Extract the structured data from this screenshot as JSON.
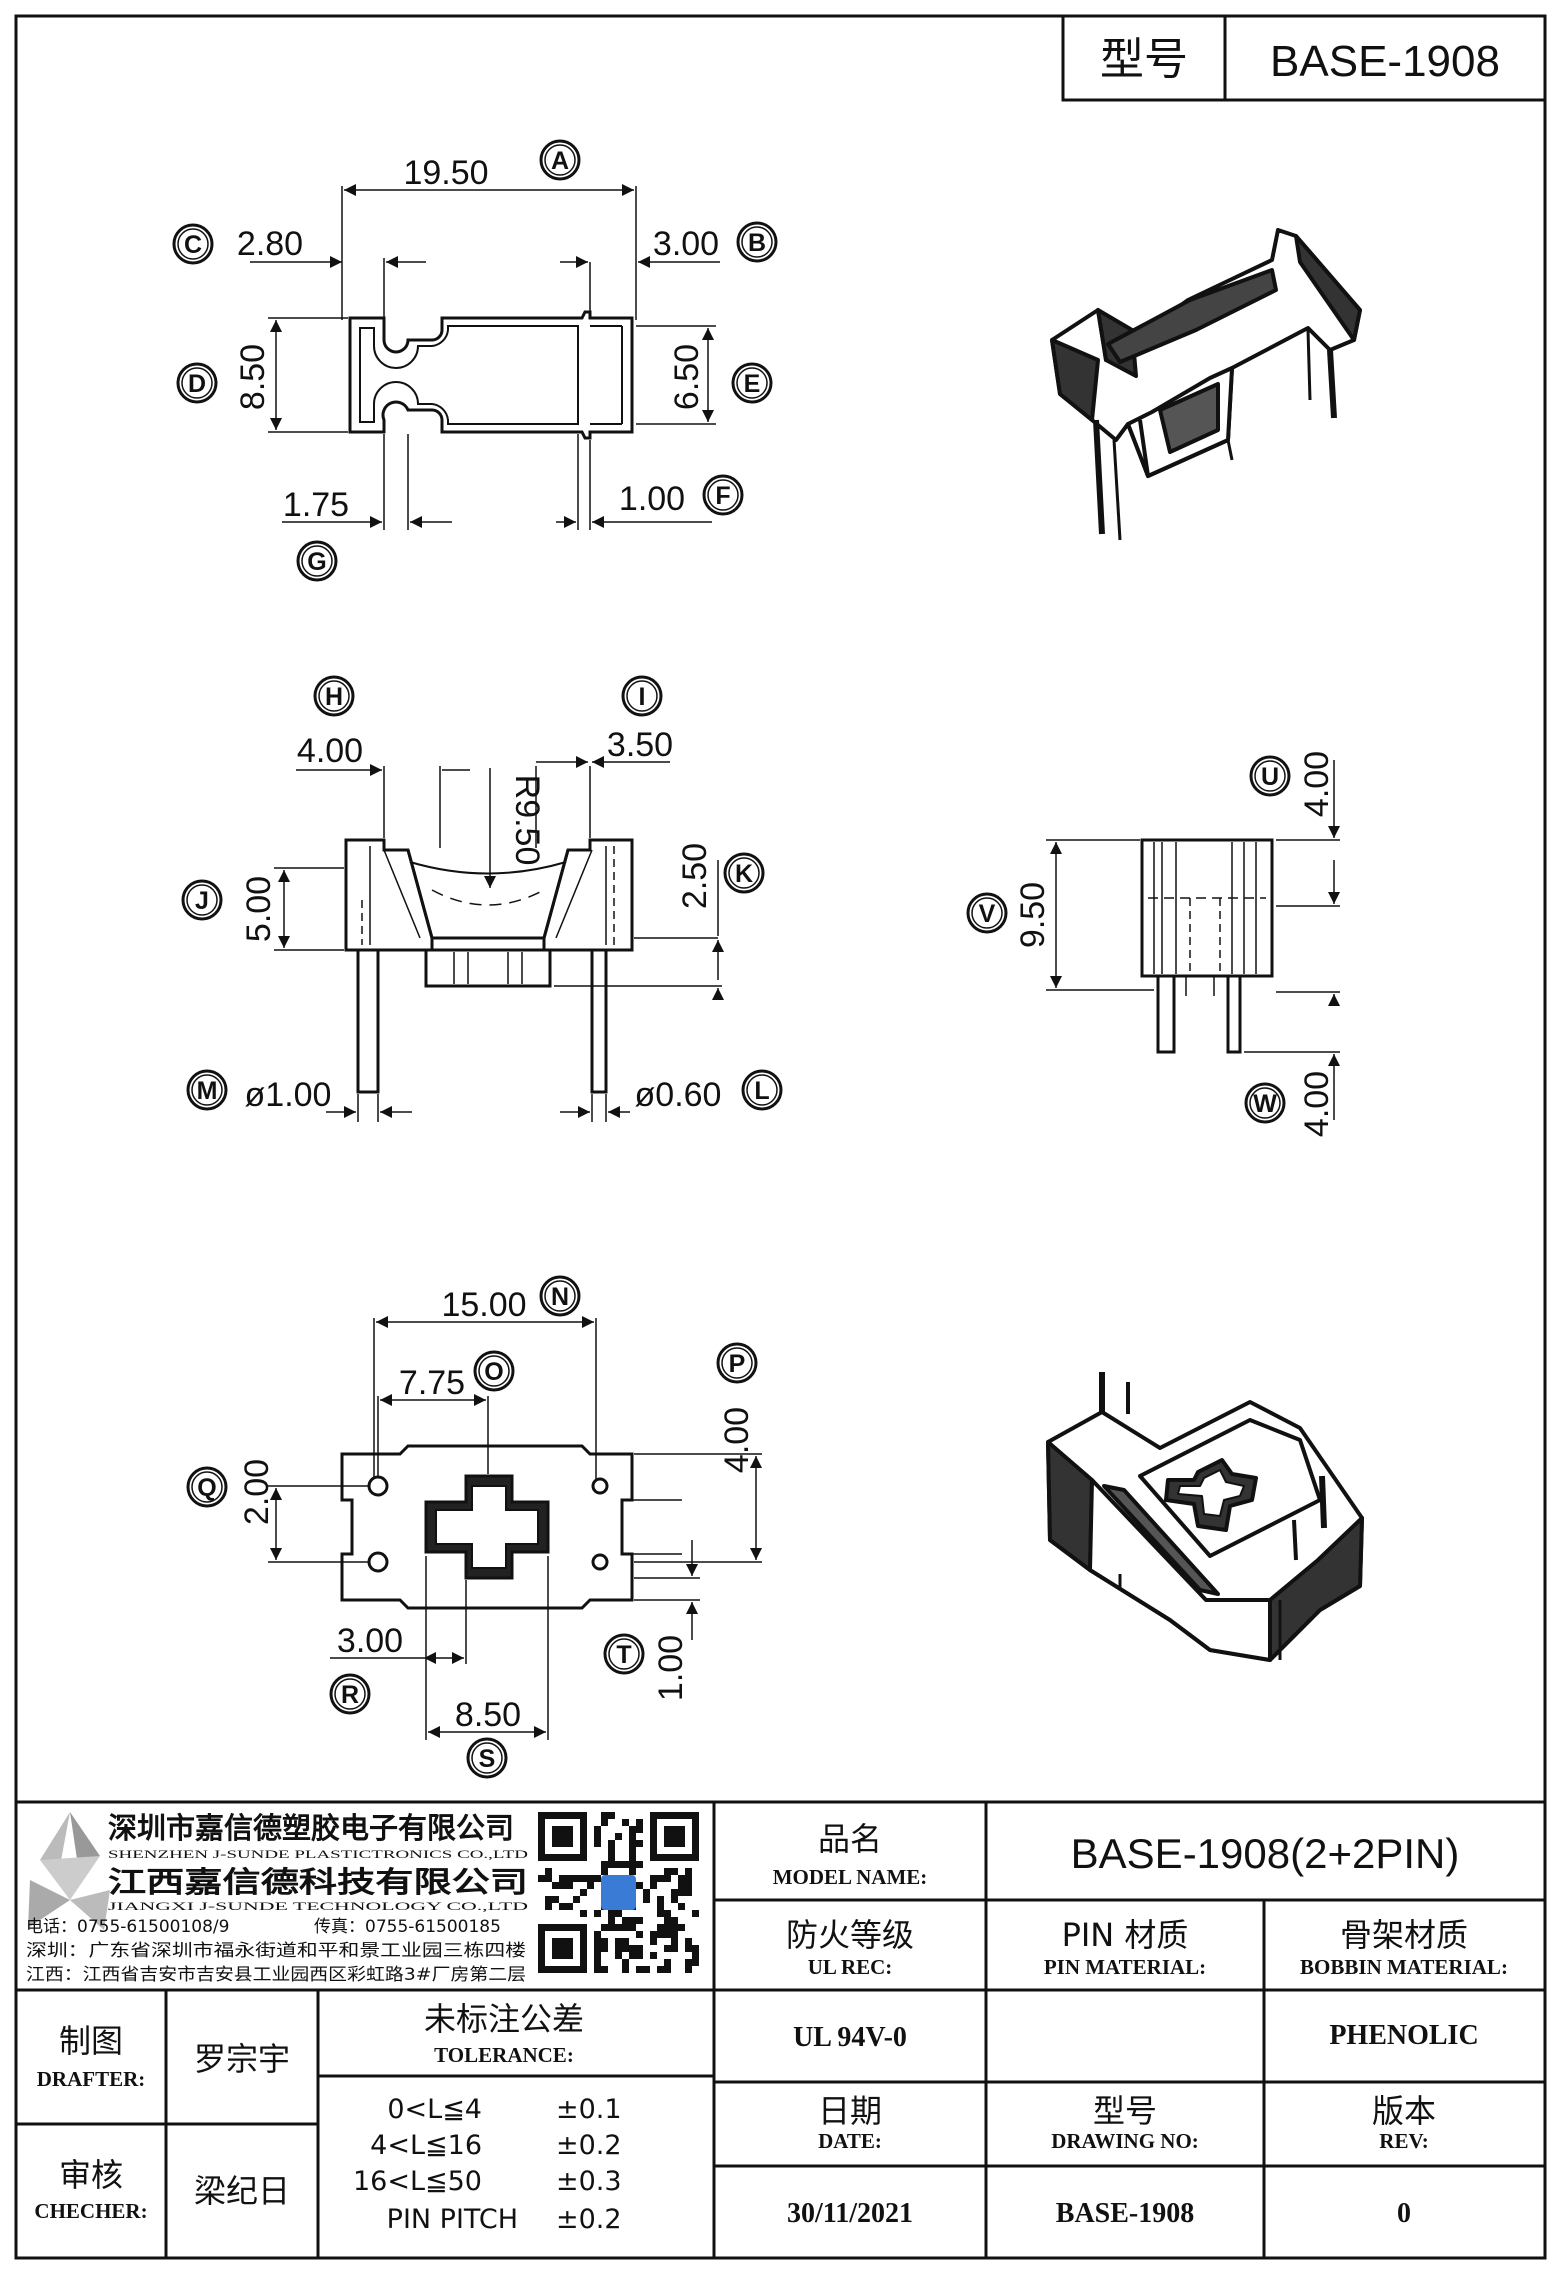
{
  "header": {
    "label": "型号",
    "model": "BASE-1908"
  },
  "top_view": {
    "dims": {
      "A": "19.50",
      "B": "3.00",
      "C": "2.80",
      "D": "8.50",
      "E": "6.50",
      "F": "1.00",
      "G": "1.75"
    }
  },
  "front_view": {
    "dims": {
      "H": "4.00",
      "I": "3.50",
      "J": "5.00",
      "K": "2.50",
      "L": "ø0.60",
      "M": "ø1.00",
      "R": "R9.50"
    }
  },
  "side_view": {
    "dims": {
      "U": "4.00",
      "V": "9.50",
      "W": "4.00"
    }
  },
  "bottom_view": {
    "dims": {
      "N": "15.00",
      "O": "7.75",
      "P": "4.00",
      "Q": "2.00",
      "R": "3.00",
      "S": "8.50",
      "T": "1.00"
    }
  },
  "markers": [
    "A",
    "B",
    "C",
    "D",
    "E",
    "F",
    "G",
    "H",
    "I",
    "J",
    "K",
    "L",
    "M",
    "N",
    "O",
    "P",
    "Q",
    "R",
    "S",
    "T",
    "U",
    "V",
    "W"
  ],
  "company": {
    "name_sz": "深圳市嘉信德塑胶电子有限公司",
    "name_sz_en": "SHENZHEN J-SUNDE PLASTICTRONICS CO.,LTD",
    "name_jx": "江西嘉信德科技有限公司",
    "name_jx_en": "JIANGXI J-SUNDE TECHNOLOGY CO.,LTD",
    "tel": "电话：0755-61500108/9",
    "fax": "传真：0755-61500185",
    "addr_sz": "深圳：广东省深圳市福永街道和平和景工业园三栋四楼",
    "addr_jx": "江西：江西省吉安市吉安县工业园西区彩虹路3#厂房第二层"
  },
  "title_block": {
    "model_name_cn": "品名",
    "model_name_en": "MODEL NAME:",
    "model_name_value": "BASE-1908(2+2PIN)",
    "ul_cn": "防火等级",
    "ul_en": "UL REC:",
    "ul_value": "UL 94V-0",
    "pin_cn": "PIN 材质",
    "pin_en": "PIN MATERIAL:",
    "pin_value": "",
    "bobbin_cn": "骨架材质",
    "bobbin_en": "BOBBIN MATERIAL:",
    "bobbin_value": "PHENOLIC",
    "drafter_cn": "制图",
    "drafter_en": "DRAFTER:",
    "drafter_value": "罗宗宇",
    "checker_cn": "审核",
    "checker_en": "CHECHER:",
    "checker_value": "梁纪日",
    "tolerance_cn": "未标注公差",
    "tolerance_en": "TOLERANCE:",
    "tolerances": [
      {
        "range": "0<L≦4",
        "value": "±0.1"
      },
      {
        "range": "4<L≦16",
        "value": "±0.2"
      },
      {
        "range": "16<L≦50",
        "value": "±0.3"
      },
      {
        "range": "PIN PITCH",
        "value": "±0.2"
      }
    ],
    "date_cn": "日期",
    "date_en": "DATE:",
    "date_value": "30/11/2021",
    "drawing_cn": "型号",
    "drawing_en": "DRAWING NO:",
    "drawing_value": "BASE-1908",
    "rev_cn": "版本",
    "rev_en": "REV:",
    "rev_value": "0"
  },
  "icons": [
    "company-logo-icon",
    "qr-code-icon",
    "isometric-top-icon",
    "isometric-bottom-icon"
  ]
}
